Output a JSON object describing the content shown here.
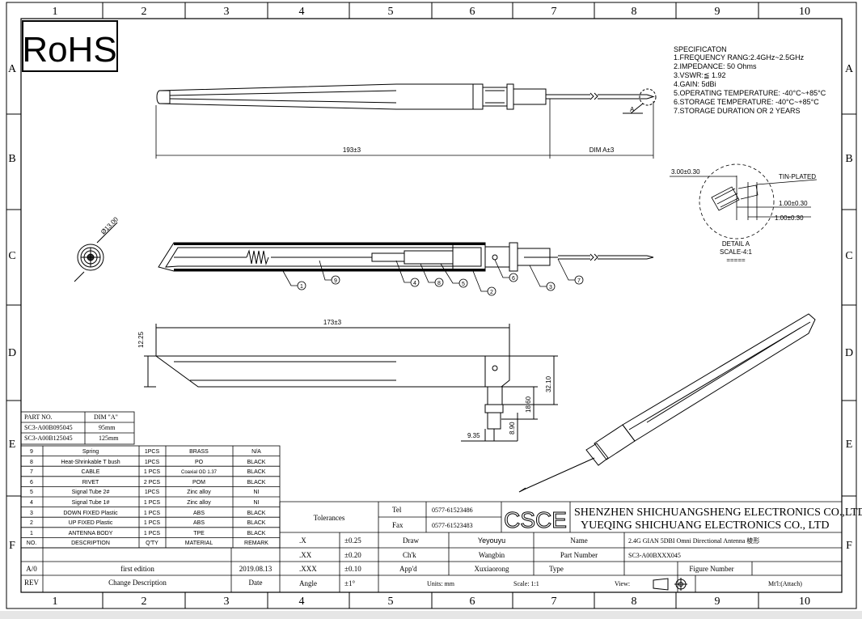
{
  "title_mark": "RoHS",
  "grid": {
    "cols": [
      "1",
      "2",
      "3",
      "4",
      "5",
      "6",
      "7",
      "8",
      "9",
      "10"
    ],
    "rows": [
      "A",
      "B",
      "C",
      "D",
      "E",
      "F"
    ]
  },
  "spec": {
    "heading": "SPECIFICATON",
    "lines": [
      "1.FREQUENCY RANG:2.4GHz~2.5GHz",
      "2.IMPEDANCE: 50 Ohms",
      "3.VSWR:≦  1.92",
      "4.GAIN: 5dBi",
      "5.OPERATING TEMPERATURE: -40°C~+85°C",
      "6.STORAGE TEMPERATURE: -40°C~+85°C",
      "7.STORAGE DURATION OR 2 YEARS"
    ]
  },
  "dims": {
    "length_193": "193±3",
    "dim_a": "DIM A±3",
    "marker_a": "A",
    "dia": "Ø13.00",
    "length_173": "173±3",
    "h_1225": "12.25",
    "h_3210": "32.10",
    "h_1860": "18.60",
    "h_890": "8.90",
    "w_935": "9.35",
    "detail_300": "3.00±0.30",
    "tin": "TIN-PLATED",
    "detail_100a": "1.00±0.30",
    "detail_100b": "1.00±0.30",
    "detail_title": "DETAIL A",
    "detail_scale": "SCALE-4:1",
    "detail_under": "====="
  },
  "balloons": [
    "1",
    "9",
    "4",
    "8",
    "5",
    "2",
    "6",
    "3",
    "7"
  ],
  "part_table": {
    "head": [
      "PART NO.",
      "DIM \"A\""
    ],
    "rows": [
      [
        "SC3-A00B095045",
        "95mm"
      ],
      [
        "SC3-A00B125045",
        "125mm"
      ]
    ]
  },
  "bom": {
    "rows": [
      [
        "9",
        "Spring",
        "1PCS",
        "BRASS",
        "N/A"
      ],
      [
        "8",
        "Heat-Shrinkable T bush",
        "1PCS",
        "PO",
        "BLACK"
      ],
      [
        "7",
        "CABLE",
        "1 PCS",
        "Coaxial OD 1.37",
        "BLACK"
      ],
      [
        "6",
        "RIVET",
        "2 PCS",
        "POM",
        "BLACK"
      ],
      [
        "5",
        "Signal Tube 2#",
        "1PCS",
        "Zinc alloy",
        "NI"
      ],
      [
        "4",
        "Signal Tube 1#",
        "1 PCS",
        "Zinc alloy",
        "NI"
      ],
      [
        "3",
        "DOWN FIXED Plastic",
        "1 PCS",
        "ABS",
        "BLACK"
      ],
      [
        "2",
        "UP FIXED Plastic",
        "1 PCS",
        "ABS",
        "BLACK"
      ],
      [
        "1",
        "ANTENNA BODY",
        "1 PCS",
        "TPE",
        "BLACK"
      ]
    ],
    "header": [
      "NO.",
      "DESCRIPTION",
      "Q'TY",
      "MATERIAL",
      "REMARK"
    ]
  },
  "revision": {
    "row": [
      "A/0",
      "first edition",
      "2019.08.13"
    ],
    "header": [
      "REV",
      "Change Description",
      "Date"
    ]
  },
  "tolerances": {
    "label": "Tolerances",
    "rows": [
      [
        ".X",
        "±0.25"
      ],
      [
        ".XX",
        "±0.20"
      ],
      [
        ".XXX",
        "±0.10"
      ],
      [
        "Angle",
        "±1°"
      ]
    ]
  },
  "title_block": {
    "tel_label": "Tel",
    "tel": "0577-61523486",
    "fax_label": "Fax",
    "fax": "0577-61523483",
    "logo": "CSCE",
    "company_1": "SHENZHEN SHICHUANGSHENG ELECTRONICS CO.,LTD",
    "company_2": "YUEQING SHICHUANG ELECTRONICS CO., LTD",
    "draw_label": "Draw",
    "draw": "Yeyouyu",
    "chk_label": "Ch'k",
    "chk": "Wangbin",
    "appd_label": "App'd",
    "appd": "Xuxiaorong",
    "name_label": "Name",
    "name": "2.4G GIAN 5DBI Omni Directional Antenna 棱形",
    "pn_label": "Part Number",
    "pn": "SC3-A00BXXX045",
    "type_label": "Type",
    "fig_label": "Figure Number",
    "units": "Units: mm",
    "scale": "Scale: 1:1",
    "view": "View:",
    "mtl": "Mt'l:(Attach)"
  }
}
